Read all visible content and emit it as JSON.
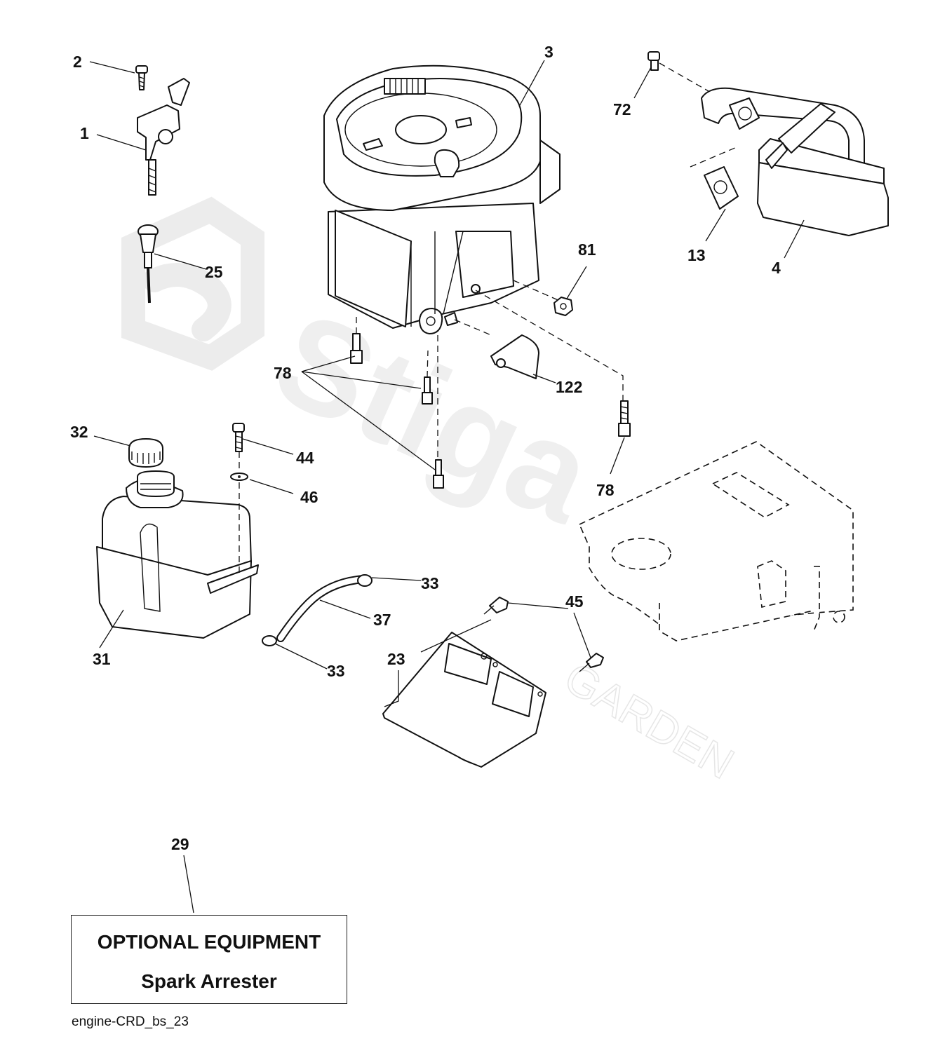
{
  "callouts": {
    "c1": "1",
    "c2": "2",
    "c3": "3",
    "c4": "4",
    "c13": "13",
    "c23": "23",
    "c25": "25",
    "c29": "29",
    "c31": "31",
    "c32": "32",
    "c33a": "33",
    "c33b": "33",
    "c37": "37",
    "c44": "44",
    "c45": "45",
    "c46": "46",
    "c72": "72",
    "c78a": "78",
    "c78b": "78",
    "c81": "81",
    "c122": "122"
  },
  "optional_box": {
    "title": "OPTIONAL EQUIPMENT",
    "subtitle": "Spark Arrester"
  },
  "footer": "engine-CRD_bs_23",
  "watermark": {
    "brand": "Stiga",
    "sub": "GARDEN"
  },
  "colors": {
    "ink": "#111111",
    "watermark": "#ececec",
    "background": "#ffffff"
  }
}
